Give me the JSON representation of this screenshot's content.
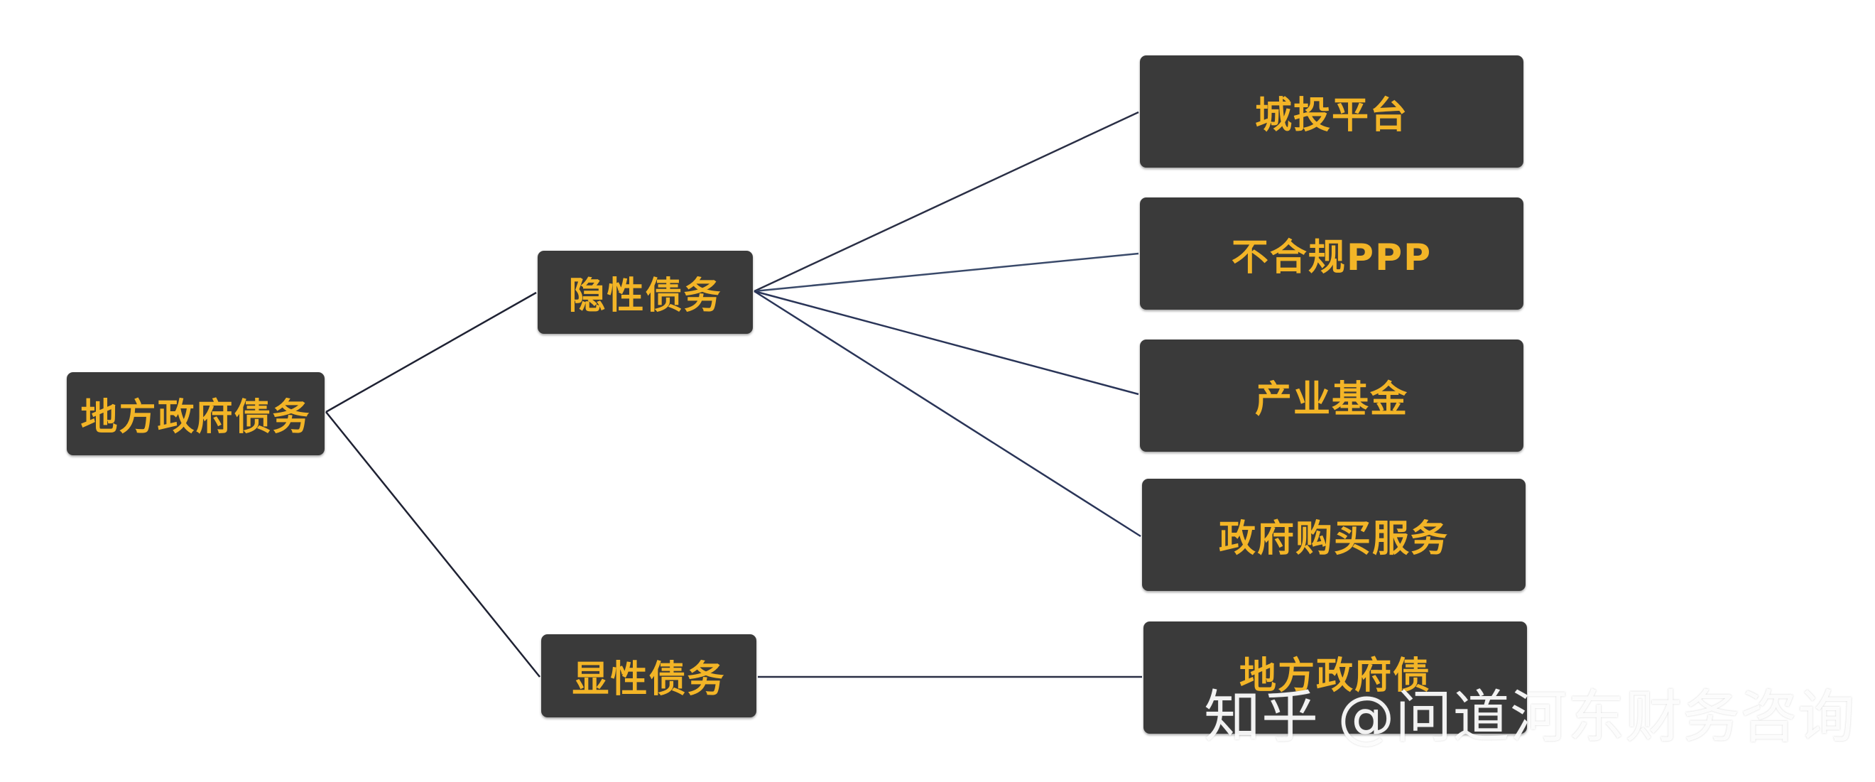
{
  "diagram": {
    "root": "地方政府债务",
    "branches": {
      "hidden": {
        "label": "隐性债务",
        "children": [
          "城投平台",
          "不合规PPP",
          "产业基金",
          "政府购买服务"
        ]
      },
      "explicit": {
        "label": "显性债务",
        "children": [
          "地方政府债"
        ]
      }
    }
  },
  "watermark": "知乎 @问道河东财务咨询",
  "colors": {
    "node_fill": "#3a3a3a",
    "node_text": "#f3b527",
    "line": "#2a2f45",
    "background": "#ffffff"
  }
}
